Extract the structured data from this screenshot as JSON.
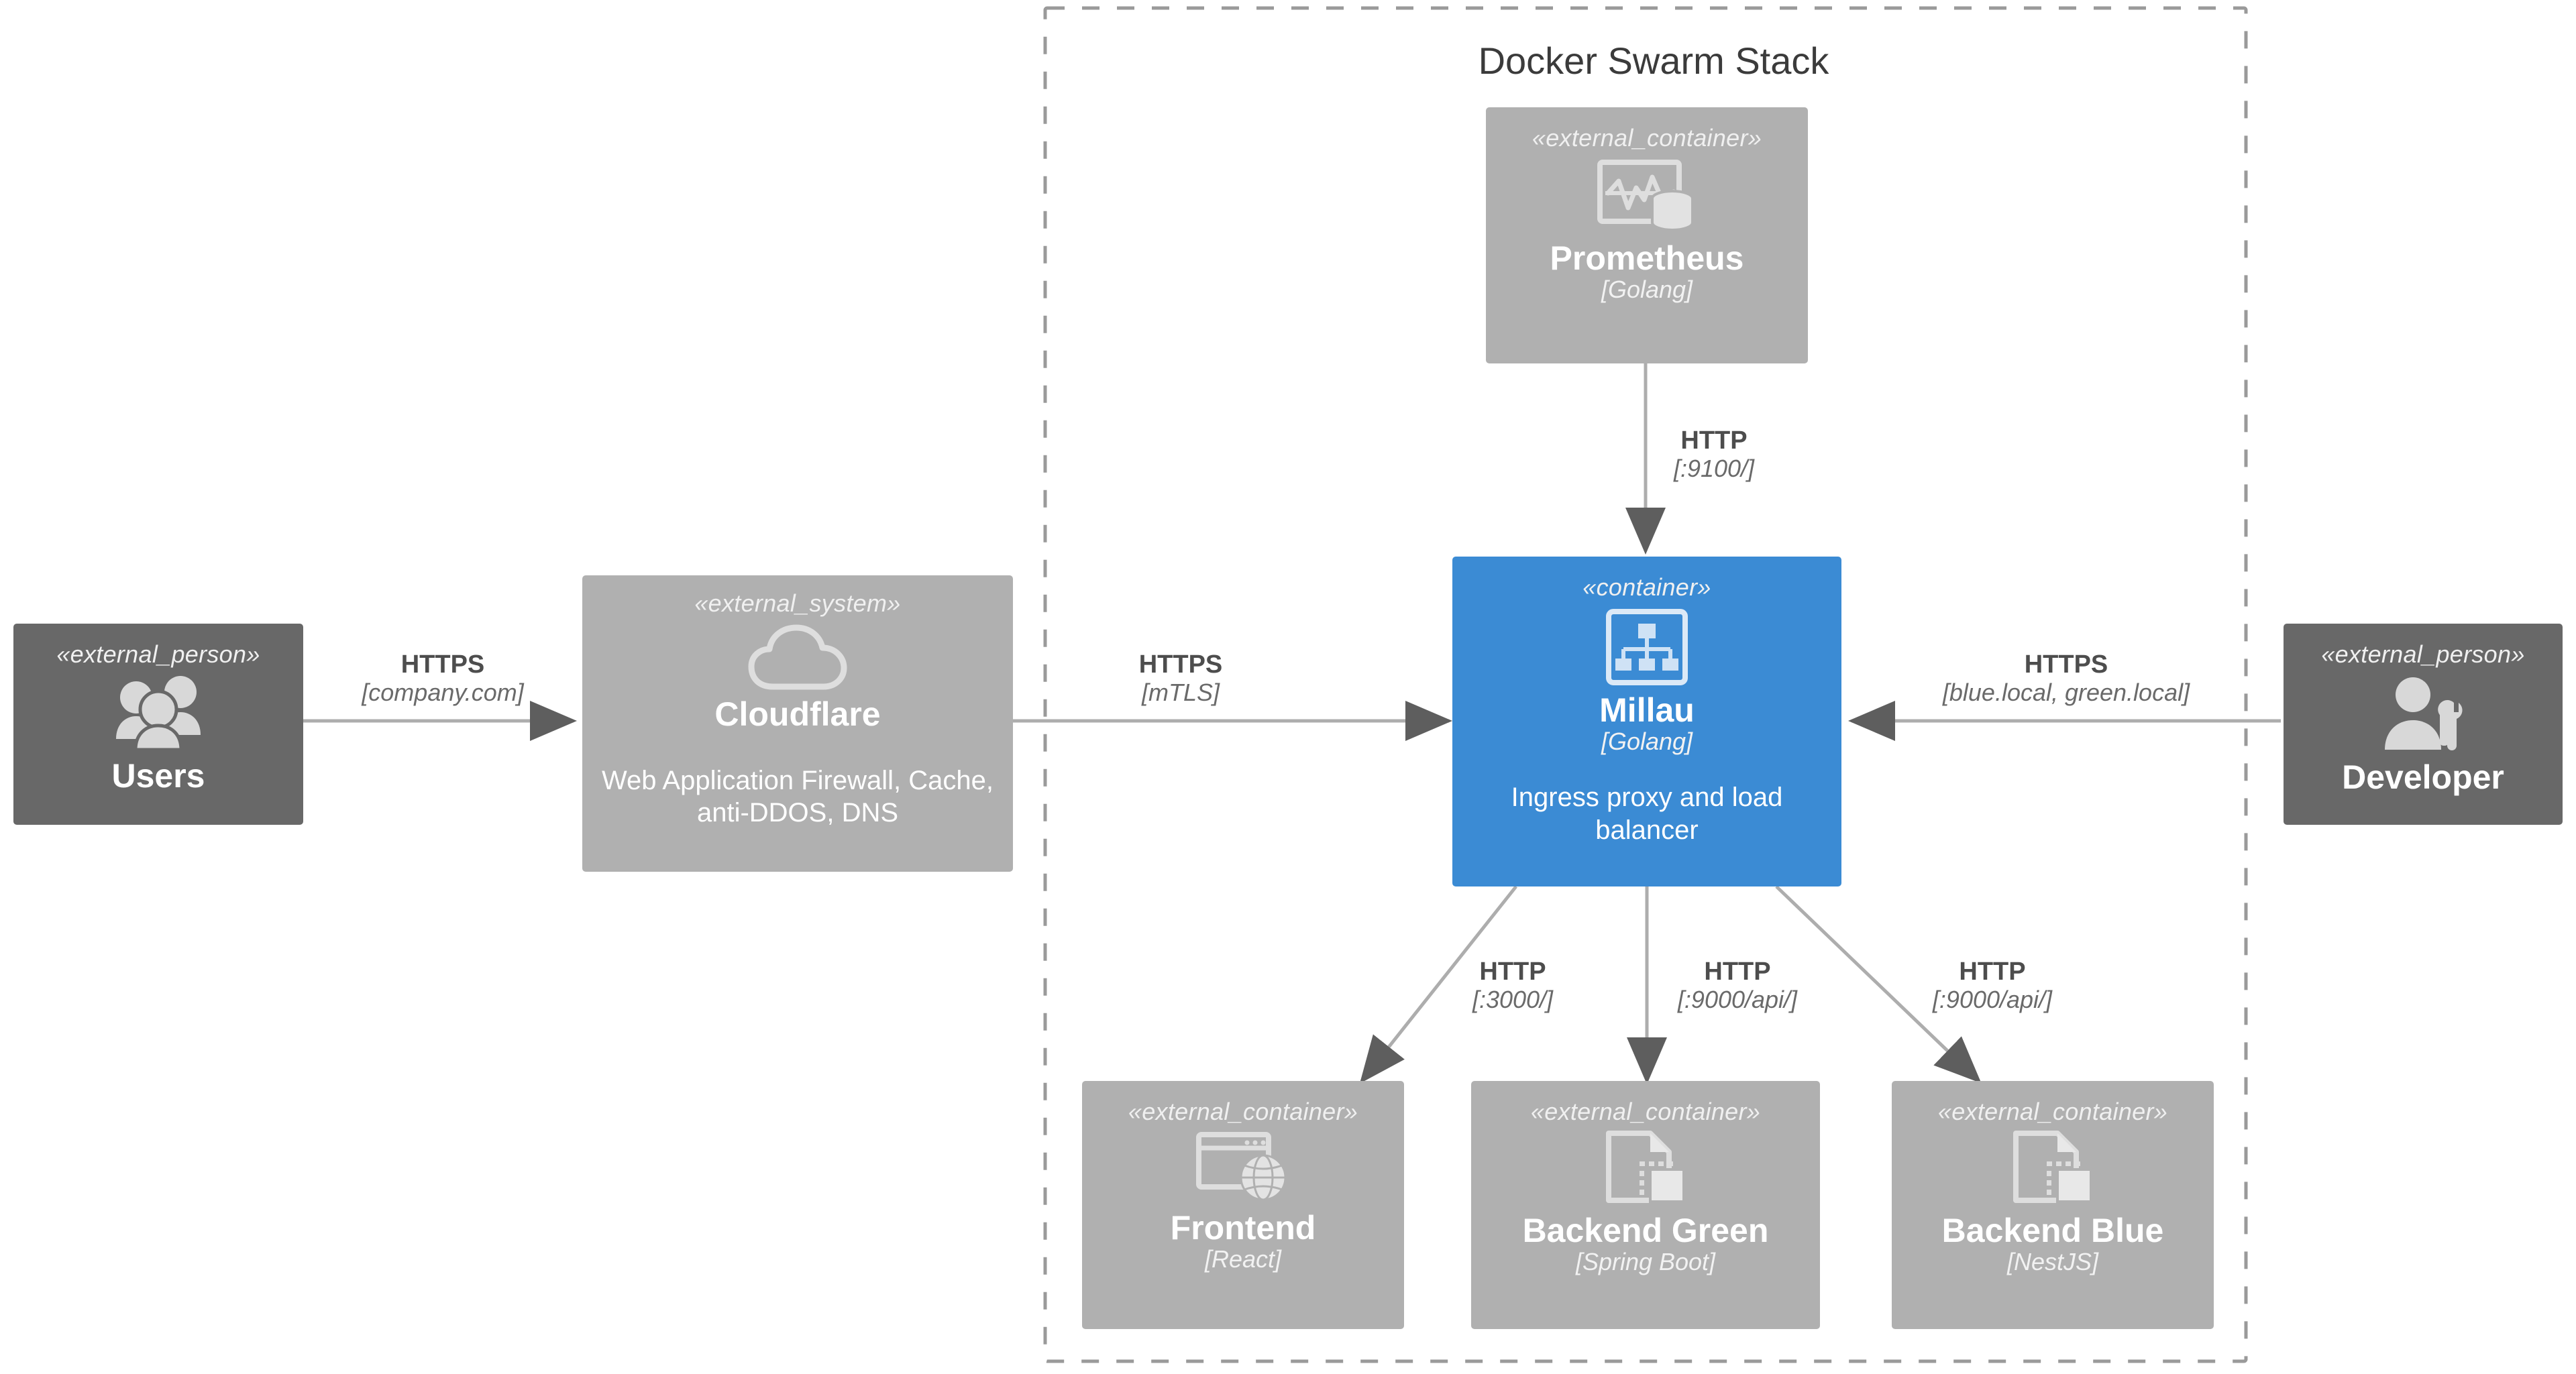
{
  "diagram": {
    "title": "Docker Swarm Stack",
    "type": "C4 container diagram",
    "background": "#ffffff"
  },
  "boundary": {
    "label": "Docker Swarm Stack",
    "style": "dashed",
    "color": "#9a9a9a"
  },
  "colors": {
    "person": "#686868",
    "external_container": "#b0b0b0",
    "external_system": "#b0b0b0",
    "focus_container": "#3b8bd4",
    "edge": "#adadad",
    "arrowhead": "#5e5e5e",
    "label_protocol": "#4d4d4d",
    "label_detail": "#6a6a6a"
  },
  "nodes": {
    "users": {
      "stereotype": "«external_person»",
      "name": "Users",
      "tech": "",
      "description": "",
      "icon": "users-group-icon"
    },
    "cloudflare": {
      "stereotype": "«external_system»",
      "name": "Cloudflare",
      "tech": "",
      "description": "Web Application Firewall, Cache, anti-DDOS, DNS",
      "icon": "cloud-icon"
    },
    "prometheus": {
      "stereotype": "«external_container»",
      "name": "Prometheus",
      "tech": "[Golang]",
      "description": "",
      "icon": "monitoring-chart-database-icon"
    },
    "millau": {
      "stereotype": "«container»",
      "name": "Millau",
      "tech": "[Golang]",
      "description": "Ingress proxy and load balancer",
      "icon": "network-hierarchy-icon"
    },
    "developer": {
      "stereotype": "«external_person»",
      "name": "Developer",
      "tech": "",
      "description": "",
      "icon": "person-tools-icon"
    },
    "frontend": {
      "stereotype": "«external_container»",
      "name": "Frontend",
      "tech": "[React]",
      "description": "",
      "icon": "browser-globe-icon"
    },
    "backend_green": {
      "stereotype": "«external_container»",
      "name": "Backend Green",
      "tech": "[Spring Boot]",
      "description": "",
      "icon": "document-component-icon"
    },
    "backend_blue": {
      "stereotype": "«external_container»",
      "name": "Backend Blue",
      "tech": "[NestJS]",
      "description": "",
      "icon": "document-component-icon"
    }
  },
  "edges": [
    {
      "id": "users-cloudflare",
      "from": "users",
      "to": "cloudflare",
      "protocol": "HTTPS",
      "detail": "[company.com]"
    },
    {
      "id": "cloudflare-millau",
      "from": "cloudflare",
      "to": "millau",
      "protocol": "HTTPS",
      "detail": "[mTLS]"
    },
    {
      "id": "developer-millau",
      "from": "developer",
      "to": "millau",
      "protocol": "HTTPS",
      "detail": "[blue.local, green.local]"
    },
    {
      "id": "prometheus-millau",
      "from": "prometheus",
      "to": "millau",
      "protocol": "HTTP",
      "detail": "[:9100/]"
    },
    {
      "id": "millau-frontend",
      "from": "millau",
      "to": "frontend",
      "protocol": "HTTP",
      "detail": "[:3000/]"
    },
    {
      "id": "millau-backend-green",
      "from": "millau",
      "to": "backend_green",
      "protocol": "HTTP",
      "detail": "[:9000/api/]"
    },
    {
      "id": "millau-backend-blue",
      "from": "millau",
      "to": "backend_blue",
      "protocol": "HTTP",
      "detail": "[:9000/api/]"
    }
  ]
}
